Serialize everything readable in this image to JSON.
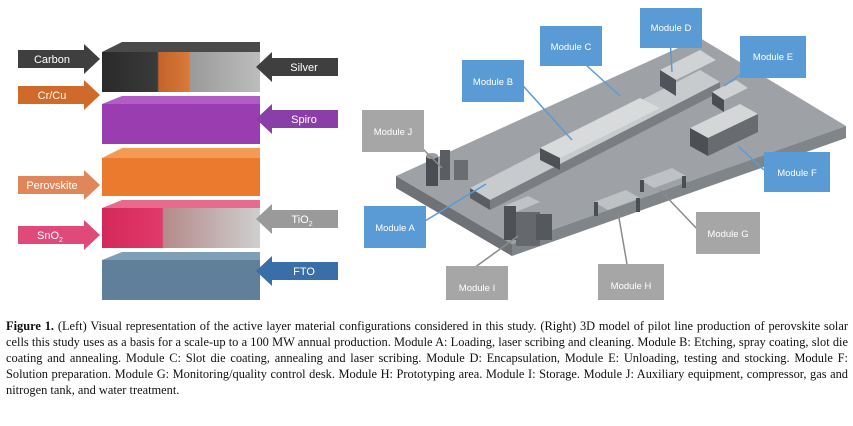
{
  "layers": {
    "left_labels": [
      "Carbon",
      "Cr/Cu",
      "Perovskite"
    ],
    "sno2": {
      "base": "SnO",
      "sub": "2"
    },
    "right_labels": [
      "Silver",
      "Spiro"
    ],
    "tio2": {
      "base": "TiO",
      "sub": "2"
    },
    "fto": "FTO"
  },
  "modules": {
    "a": "Module A",
    "b": "Module B",
    "c": "Module C",
    "d": "Module D",
    "e": "Module E",
    "f": "Module F",
    "g": "Module G",
    "h": "Module H",
    "i": "Module I",
    "j": "Module J"
  },
  "colors": {
    "module_blue": "#5b9bd5",
    "module_gray": "#a6a6a6",
    "arrow_gray": "#3f3f3f",
    "arrow_orange": "#d06a2a",
    "arrow_peach": "#e0865a",
    "arrow_pink": "#e04a7a",
    "arrow_light": "#9a9a9a",
    "arrow_purple": "#8a3ea8",
    "arrow_blue": "#3a6ea8"
  },
  "caption": {
    "label": "Figure 1.",
    "text": " (Left) Visual representation of the active layer material configurations considered in this study. (Right) 3D model of pilot line production of perovskite solar cells this study uses as a basis for a scale-up to a 100 MW annual production. Module A: Loading, laser scribing and cleaning. Module B: Etching, spray coating, slot die coating and annealing. Module C: Slot die coating, annealing and laser scribing. Module D: Encapsulation, Module E: Unloading, testing and stocking. Module F: Solution preparation. Module G: Monitoring/quality control desk. Module H: Prototyping area. Module I: Storage. Module J: Auxiliary equipment, compressor, gas and nitrogen tank, and water treatment."
  }
}
